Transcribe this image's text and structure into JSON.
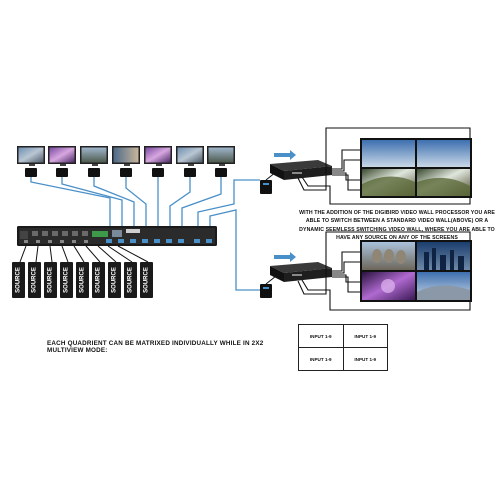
{
  "description": "WITH THE ADDITION OF THE DIGIBIRD VIDEO WALL PROCESSOR YOU ARE ABLE TO SWITCH BETWEEN A STANDARD VIDEO WALL(ABOVE) OR A DYNAMIC SEEMLESS SWITCHING VIDEO WALL, WHERE YOU ARE ABLE TO HAVE ANY SOURCE ON ANY OF THE SCREENS",
  "quadrant_title": "EACH QUADRIENT CAN BE MATRIXED INDIVIDUALLY WHILE IN 2X2 MULTIVIEW MODE:",
  "quadrant_table": [
    [
      "INPUT 1-9",
      "INPUT 1-9"
    ],
    [
      "INPUT 1-9",
      "INPUT 1-9"
    ]
  ],
  "source_label": "SOURCE",
  "source_count": 9,
  "display_count": 7,
  "colors": {
    "cable": "#4a90c8",
    "device": "#1a1a1a",
    "cable_dark": "#111111"
  }
}
